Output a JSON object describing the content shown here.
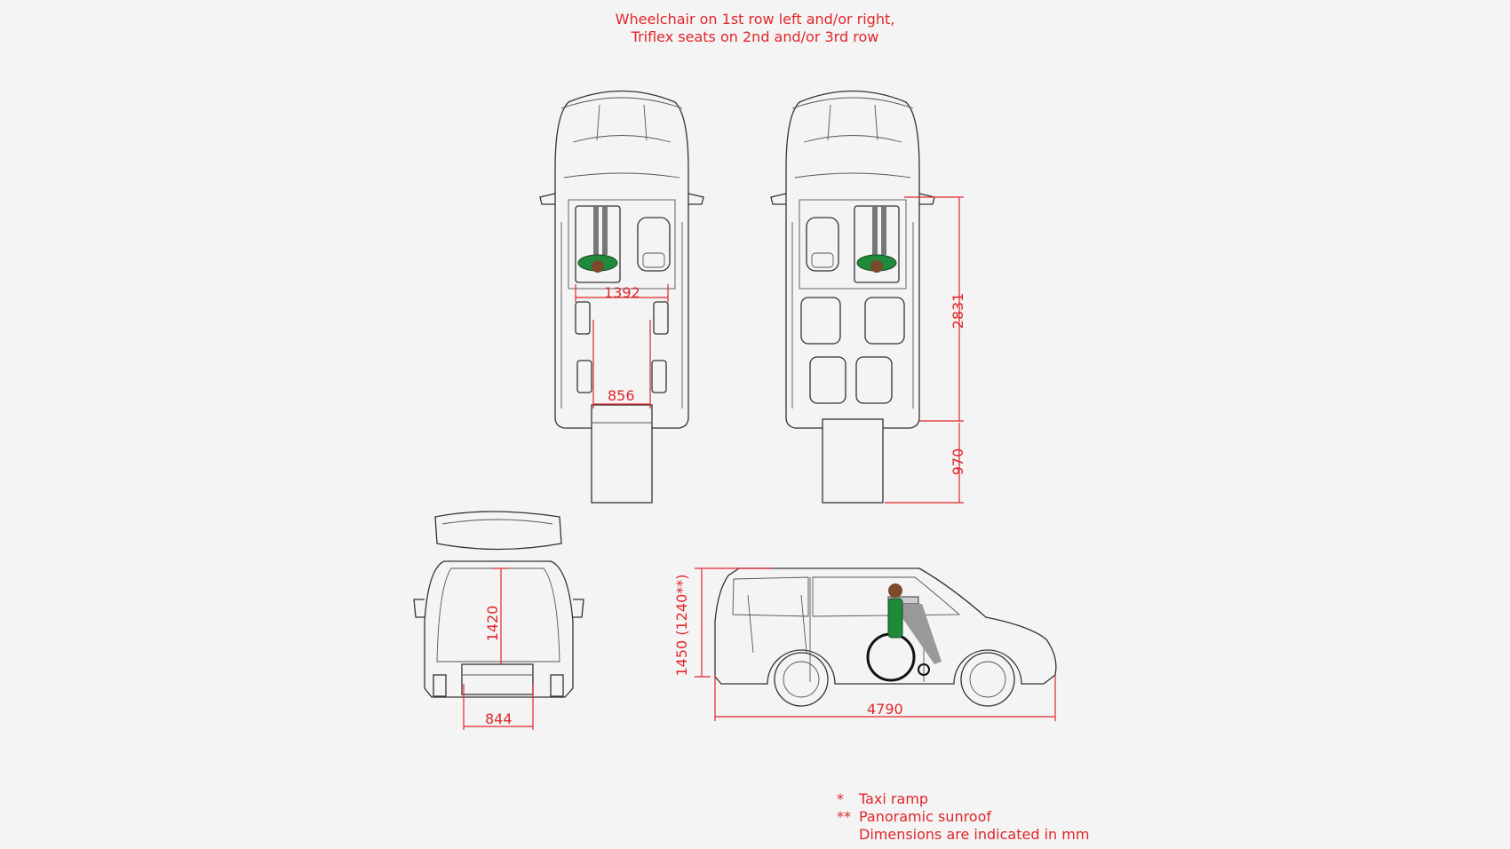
{
  "title": {
    "line1": "Wheelchair on 1st row left and/or right,",
    "line2": "Triflex seats on 2nd and/or 3rd row"
  },
  "dimensions": {
    "width_row1": "1392",
    "ramp_width_top": "856",
    "cabin_length": "2831",
    "ramp_length": "970",
    "rear_height": "1420",
    "rear_ramp_width": "844",
    "side_height": "1450 (1240**)",
    "overall_length": "4790"
  },
  "notes": {
    "n1_mark": "*",
    "n1_text": "Taxi ramp",
    "n2_mark": "**",
    "n2_text": "Panoramic sunroof",
    "n3_text": "Dimensions are indicated in mm"
  },
  "colors": {
    "accent": "#e0262b",
    "line": "#333333",
    "background": "#f4f4f4",
    "figure_green": "#1e8a3a"
  }
}
